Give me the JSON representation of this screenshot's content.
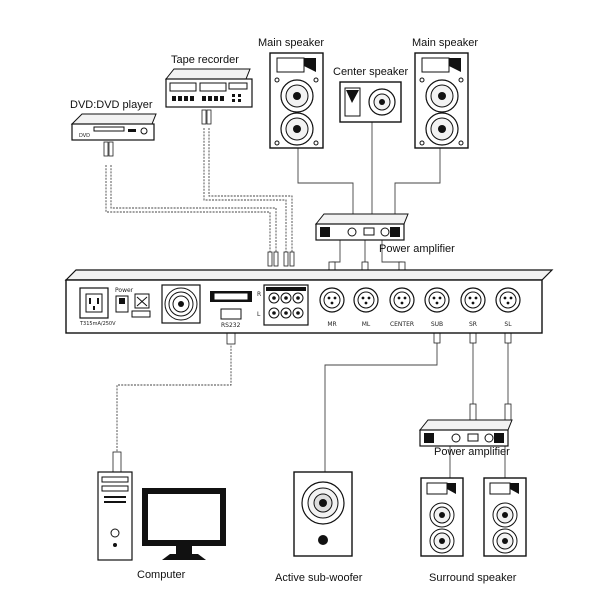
{
  "devices": {
    "main_speaker_left": "Main speaker",
    "main_speaker_right": "Main speaker",
    "center_speaker": "Center speaker",
    "tape_recorder": "Tape recorder",
    "dvd_player": "DVD:DVD player",
    "power_amplifier_top": "Power amplifier",
    "power_amplifier_bottom": "Power amplifier",
    "computer": "Computer",
    "subwoofer": "Active sub-woofer",
    "surround_speaker": "Surround speaker"
  },
  "rear_panel": {
    "power_label": "Power",
    "voltage_label": "T315mA/250V",
    "rs232_label": "RS232",
    "input_r_label": "R",
    "input_l_label": "L",
    "outputs": [
      "MR",
      "ML",
      "CENTER",
      "SUB",
      "SR",
      "SL"
    ]
  },
  "device_texts": {
    "dvd_badge": "DVD"
  }
}
